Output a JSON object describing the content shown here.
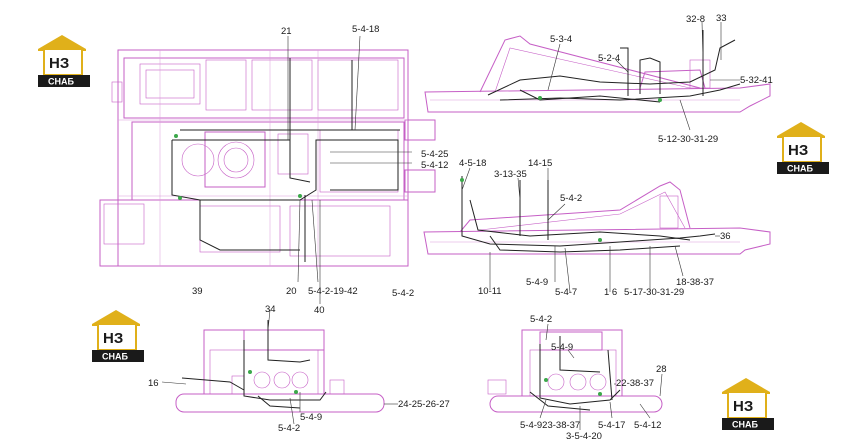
{
  "logo": {
    "mark": "НЗ",
    "caption": "СНАБ"
  },
  "labels": {
    "l21": "21",
    "l5_4_18": "5-4-18",
    "l5_4_25": "5-4-25",
    "l5_4_12a": "5-4-12",
    "l39": "39",
    "l20": "20",
    "l5_4_2_19_42": "5-4-2-19-42",
    "l40": "40",
    "l5_4_2a": "5-4-2",
    "l5_3_4": "5-3-4",
    "l5_2_4": "5-2-4",
    "l32_8": "32-8",
    "l33": "33",
    "l5_32_41": "5-32-41",
    "l5_12_30_31_29": "5-12-30-31-29",
    "l4_5_18": "4-5-18",
    "l3_13_35": "3-13-35",
    "l14_15": "14-15",
    "l5_4_2b": "5-4-2",
    "l36": "36",
    "l10_11": "10-11",
    "l5_4_9a": "5-4-9",
    "l5_4_7": "5-4-7",
    "l1_6": "1 6",
    "l5_17_30_31_29": "5-17-30-31-29",
    "l18_38_37": "18-38-37",
    "l34": "34",
    "l16": "16",
    "l24_25_26_27": "24-25-26-27",
    "l5_4_9b": "5-4-9",
    "l5_4_2c": "5-4-2",
    "l5_4_2d": "5-4-2",
    "l5_4_9c": "5-4-9",
    "l22_38_37": "22-38-37",
    "l28": "28",
    "l5_4_9_23_38_37": "5-4-923-38-37",
    "l5_4_17": "5-4-17",
    "l5_4_12b": "5-4-12",
    "l3_5_4_20": "3-5-4-20"
  }
}
